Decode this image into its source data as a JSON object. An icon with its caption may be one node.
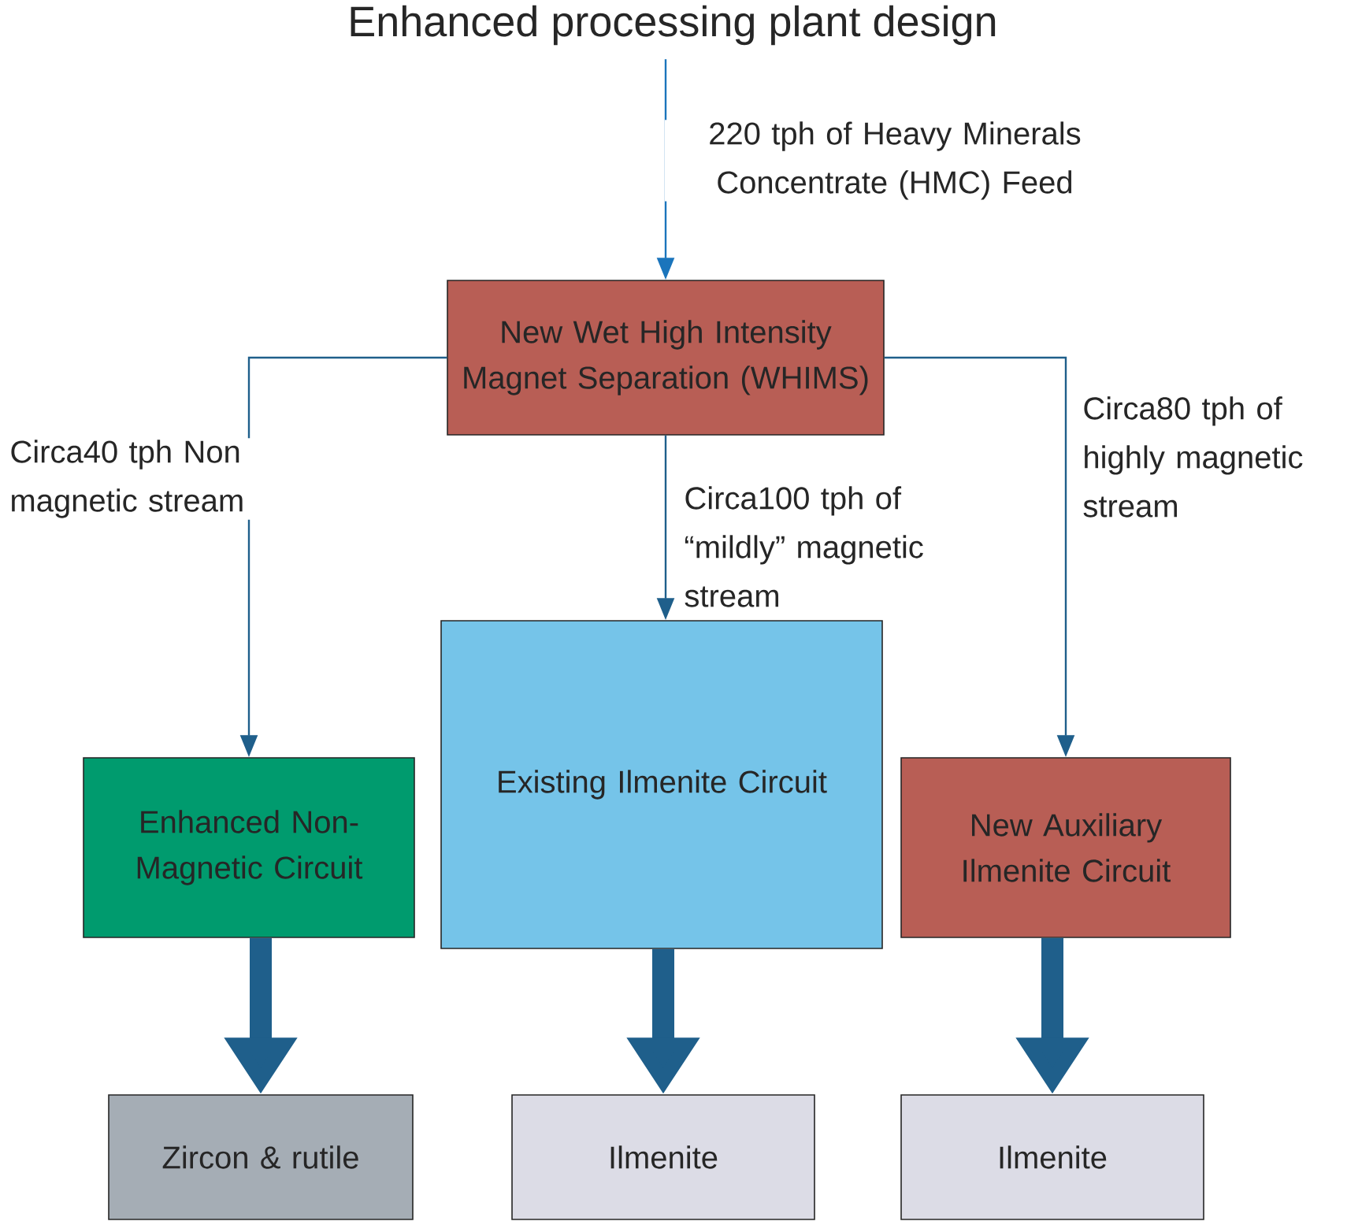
{
  "diagram": {
    "title": "Enhanced processing plant design",
    "nodes": [
      {
        "text": [
          "New Wet High Intensity Magnet Separation (WHIMS)"
        ]
      },
      {
        "text": [
          "Enhanced Non-Magnetic Circuit"
        ]
      },
      {
        "text": [
          "Existing Ilmenite Circuit"
        ]
      },
      {
        "text": [
          "New Auxiliary Ilmenite Circuit"
        ]
      },
      {
        "text": [
          "Zircon & rutile"
        ]
      },
      {
        "text": [
          "Ilmenite"
        ]
      },
      {
        "text": [
          "Ilmenite"
        ]
      }
    ],
    "edges": [
      {
        "from": null,
        "to": 0,
        "arrow": "to",
        "label": "220 tph of Heavy Minerals Concentrate (HMC) Feed",
        "color": "#1b75bc"
      },
      {
        "from": 0,
        "to": 1,
        "arrow": "to",
        "label": "Circa40 tph Non magnetic stream"
      },
      {
        "from": 0,
        "to": 2,
        "arrow": "to",
        "label": "Circa100 tph of “mildly” magnetic stream"
      },
      {
        "from": 0,
        "to": 3,
        "arrow": "to",
        "label": "Circa80 tph of highly magnetic stream"
      },
      {
        "from": 1,
        "to": 4,
        "arrow": "to",
        "style": "thick"
      },
      {
        "from": 2,
        "to": 5,
        "arrow": "to",
        "style": "thick"
      },
      {
        "from": 3,
        "to": 6,
        "arrow": "to",
        "style": "thick"
      }
    ]
  }
}
